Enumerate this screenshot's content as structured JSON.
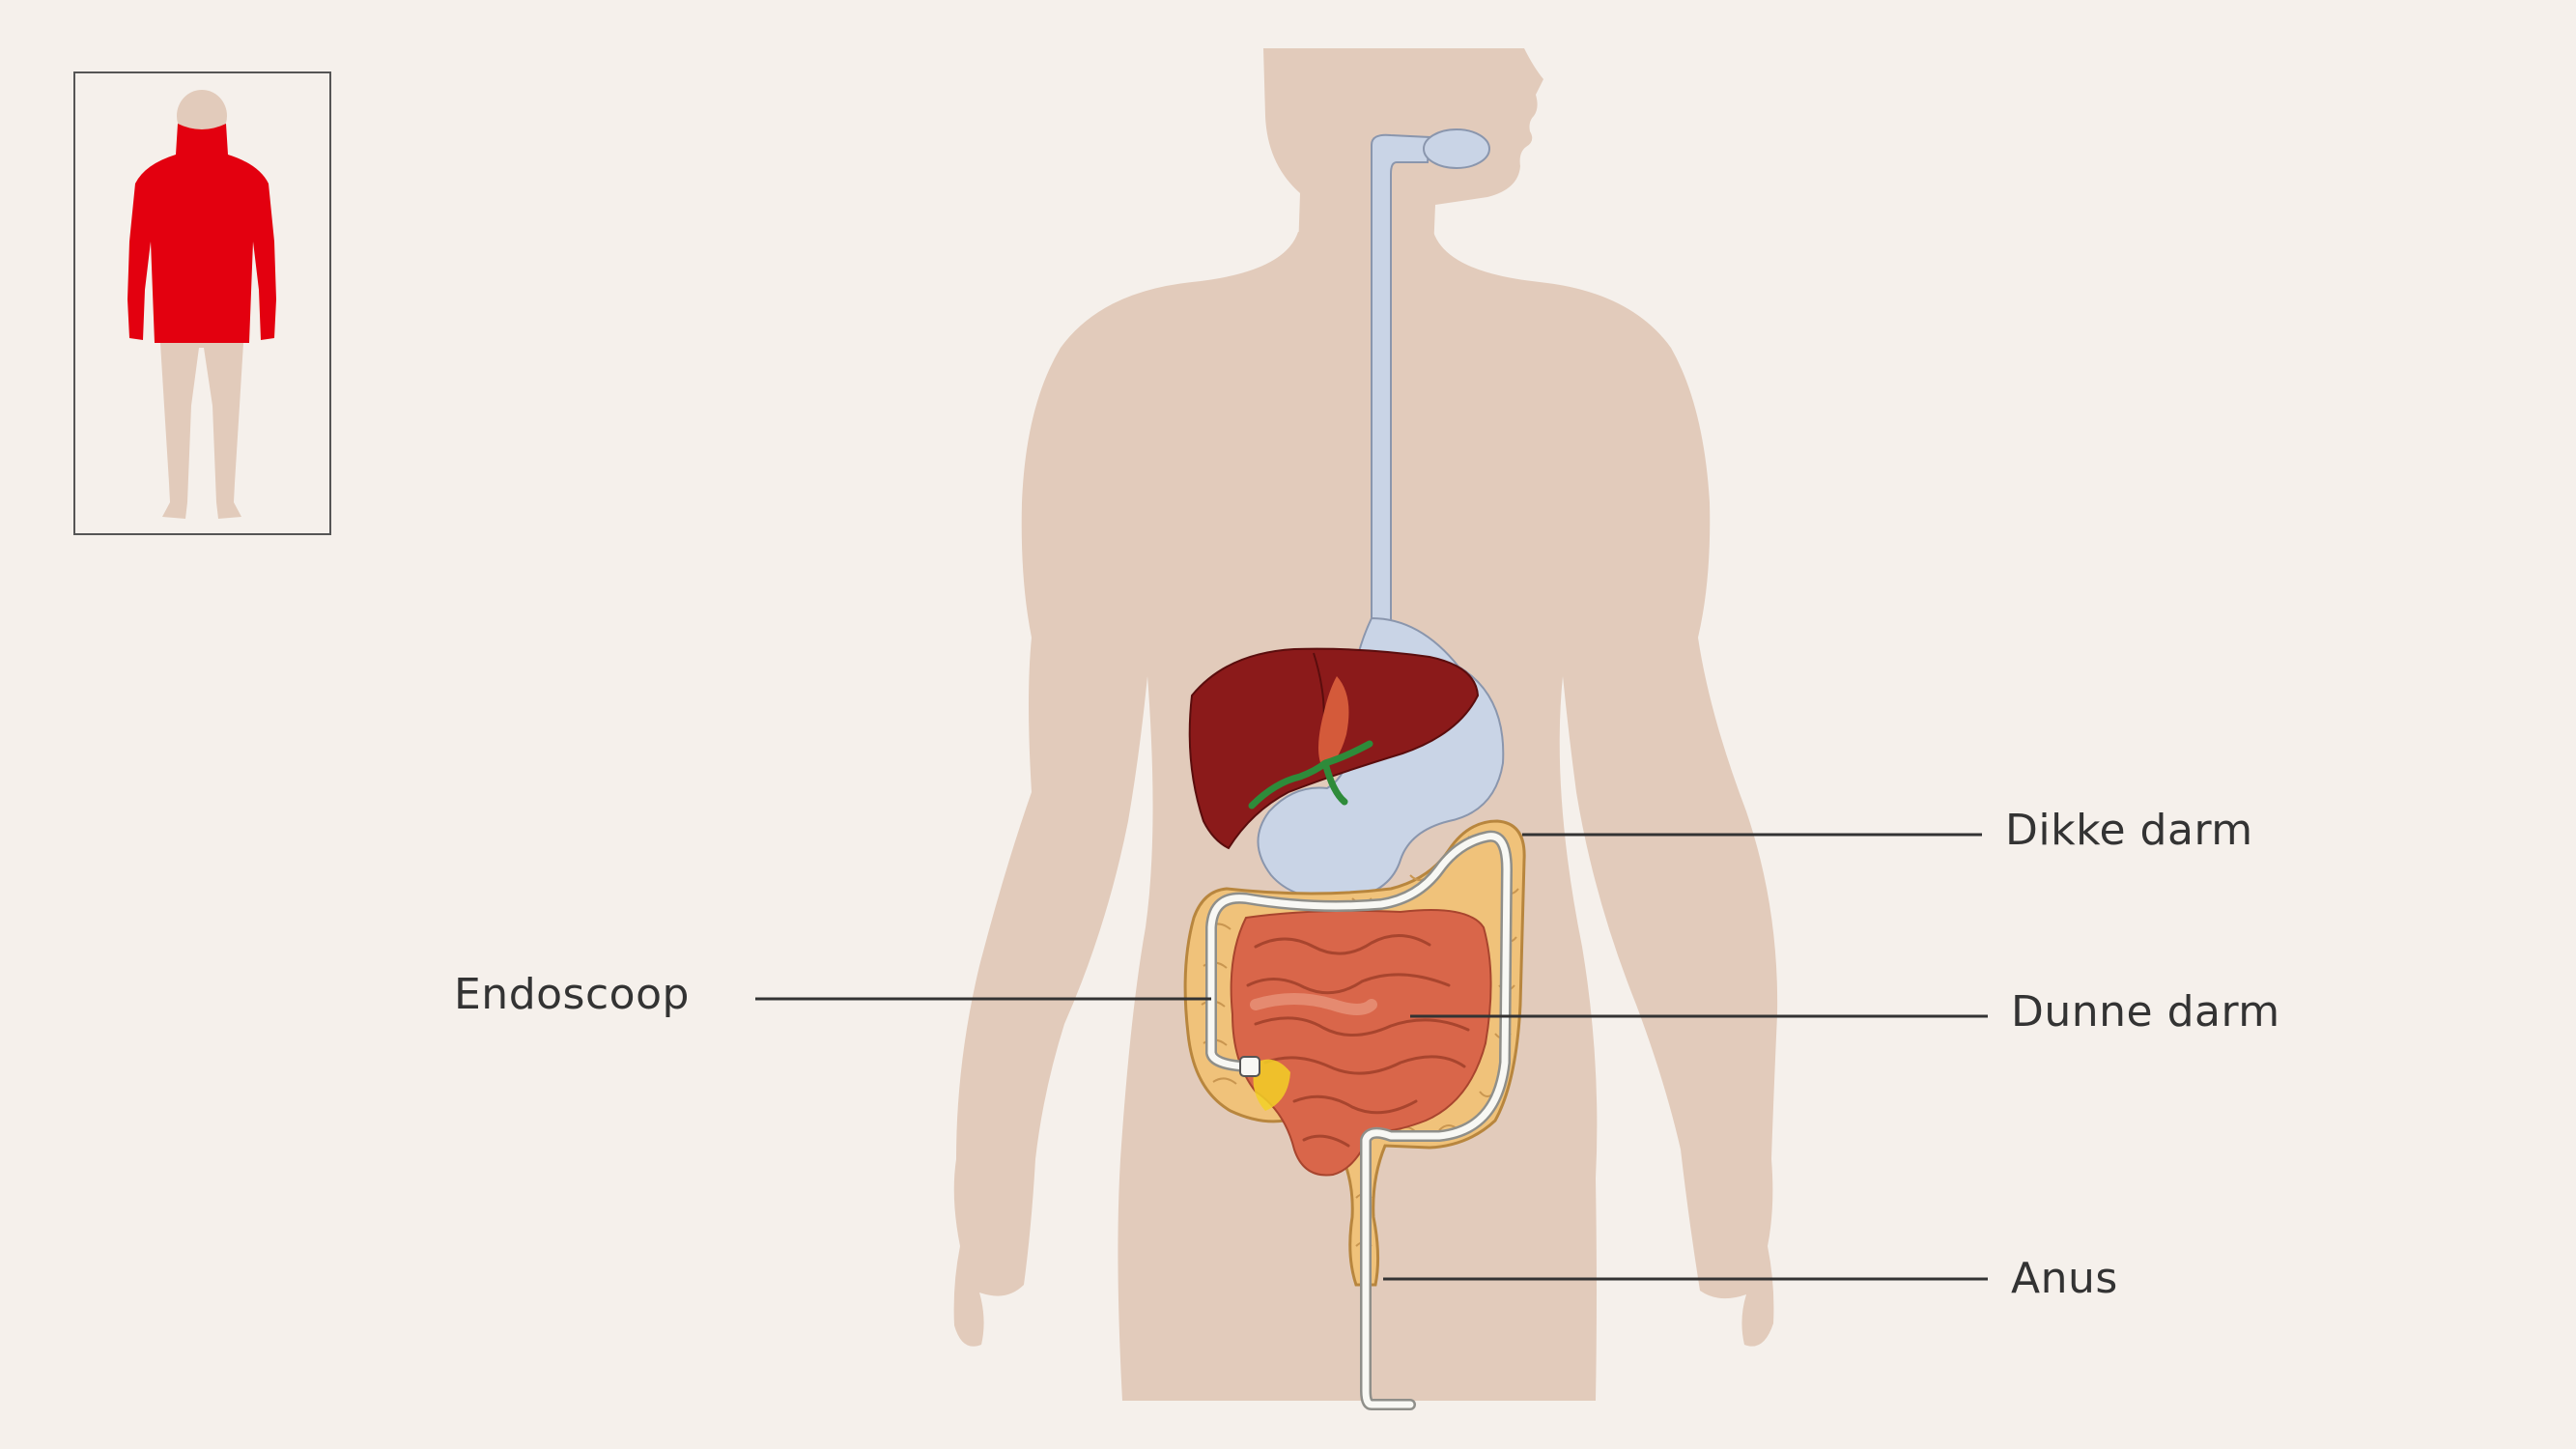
{
  "colors": {
    "background": "#f5f0eb",
    "body_silhouette": "#e2cbbb",
    "thumbnail_highlight": "#e3000f",
    "thumbnail_frame": "#555555",
    "esophagus_stomach": "#c9d4e6",
    "liver": "#8b1a1a",
    "bile_ducts": "#2e8b3a",
    "small_intestine": "#d9664a",
    "large_intestine": "#f0c27a",
    "endoscope": "#f8f8f4",
    "leader_line": "#333333"
  },
  "labels": {
    "large_intestine": "Dikke darm",
    "small_intestine": "Dunne darm",
    "anus": "Anus",
    "endoscope": "Endoscoop"
  }
}
